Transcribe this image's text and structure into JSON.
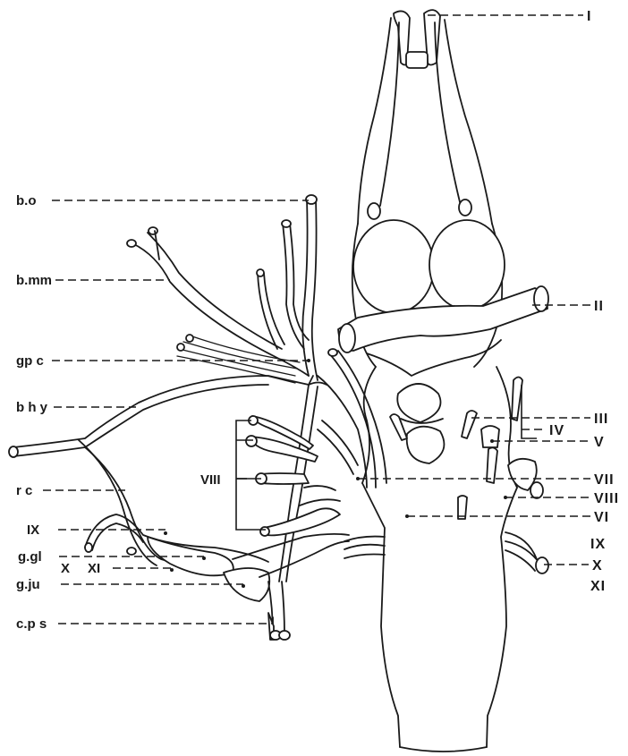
{
  "labels_left": {
    "bo": "b.o",
    "bmm": "b.mm",
    "gpc": "gp c",
    "bhy": "b h y",
    "rc": "r c",
    "ix": "IX",
    "ggl": "g.gl",
    "x": "X",
    "xi": "XI",
    "gju": "g.ju",
    "cps": "c.p s",
    "viii": "VIII"
  },
  "labels_right": {
    "i": "I",
    "ii": "II",
    "iii": "III",
    "iv": "IV",
    "v": "V",
    "vii": "VII",
    "viii": "VIII",
    "vi": "VI",
    "ix": "IX",
    "x": "X",
    "xi": "XI"
  }
}
